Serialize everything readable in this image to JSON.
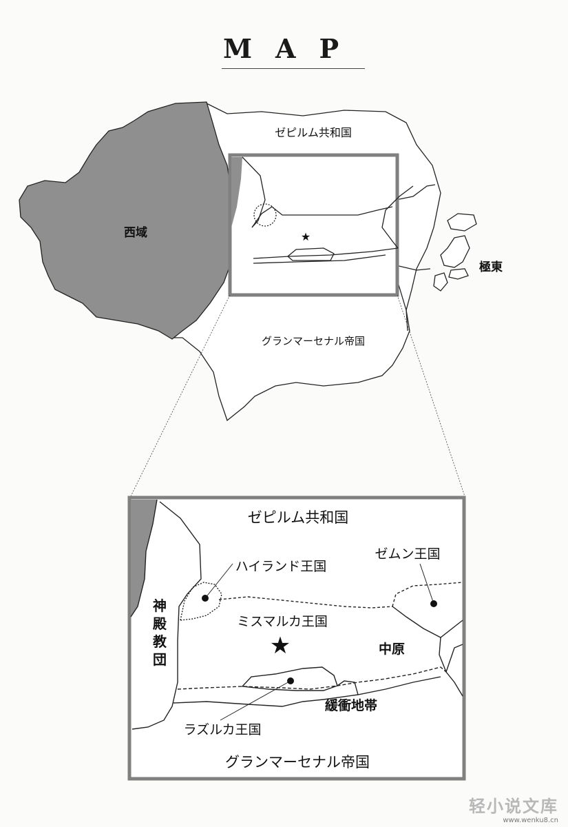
{
  "header": {
    "title": "MAP"
  },
  "overview_map": {
    "regions": [
      {
        "id": "zepilum-republic",
        "label": "ゼピルム共和国"
      },
      {
        "id": "west-region",
        "label": "西域"
      },
      {
        "id": "far-east",
        "label": "極東"
      },
      {
        "id": "granmarsenal-empire",
        "label": "グランマーセナル帝国"
      }
    ]
  },
  "detail_map": {
    "regions": [
      {
        "id": "zepilum-republic",
        "label": "ゼピルム共和国"
      },
      {
        "id": "highland-kingdom",
        "label": "ハイランド王国"
      },
      {
        "id": "zemun-kingdom",
        "label": "ゼムン王国"
      },
      {
        "id": "mismarca-kingdom",
        "label": "ミスマルカ王国"
      },
      {
        "id": "central-plains",
        "label": "中原"
      },
      {
        "id": "buffer-zone",
        "label": "緩衝地帯"
      },
      {
        "id": "razulca-kingdom",
        "label": "ラズルカ王国"
      },
      {
        "id": "granmarsenal-empire",
        "label": "グランマーセナル帝国"
      }
    ],
    "vertical_label": [
      "神",
      "殿",
      "教",
      "団"
    ]
  },
  "colors": {
    "west": "#8f8f8f",
    "frame": "#808080",
    "ink": "#222222"
  },
  "watermark": {
    "site": "轻小说文库",
    "url": "www.wenku8.cn"
  }
}
